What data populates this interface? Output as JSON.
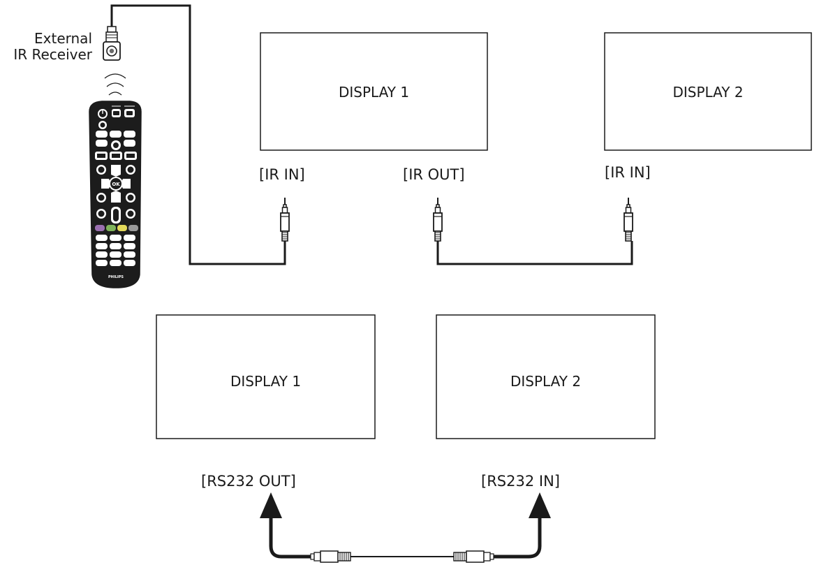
{
  "ir_receiver": {
    "line1": "External",
    "line2": "IR Receiver"
  },
  "top_section": {
    "display1": "DISPLAY 1",
    "display2": "DISPLAY 2",
    "display1_ir_in": "[IR IN]",
    "display1_ir_out": "[IR OUT]",
    "display2_ir_in": "[IR IN]"
  },
  "bottom_section": {
    "display1": "DISPLAY 1",
    "display2": "DISPLAY 2",
    "rs232_out": "[RS232 OUT]",
    "rs232_in": "[RS232 IN]"
  },
  "remote": {
    "brand": "PHILIPS",
    "ok_label": "OK"
  },
  "colors": {
    "line": "#1a1a1a",
    "remote_body": "#1c1c1c",
    "button_purple": "#9a6fb0",
    "button_green": "#7fb35a",
    "button_yellow": "#e3d95a",
    "button_gray": "#9a9a9a"
  }
}
